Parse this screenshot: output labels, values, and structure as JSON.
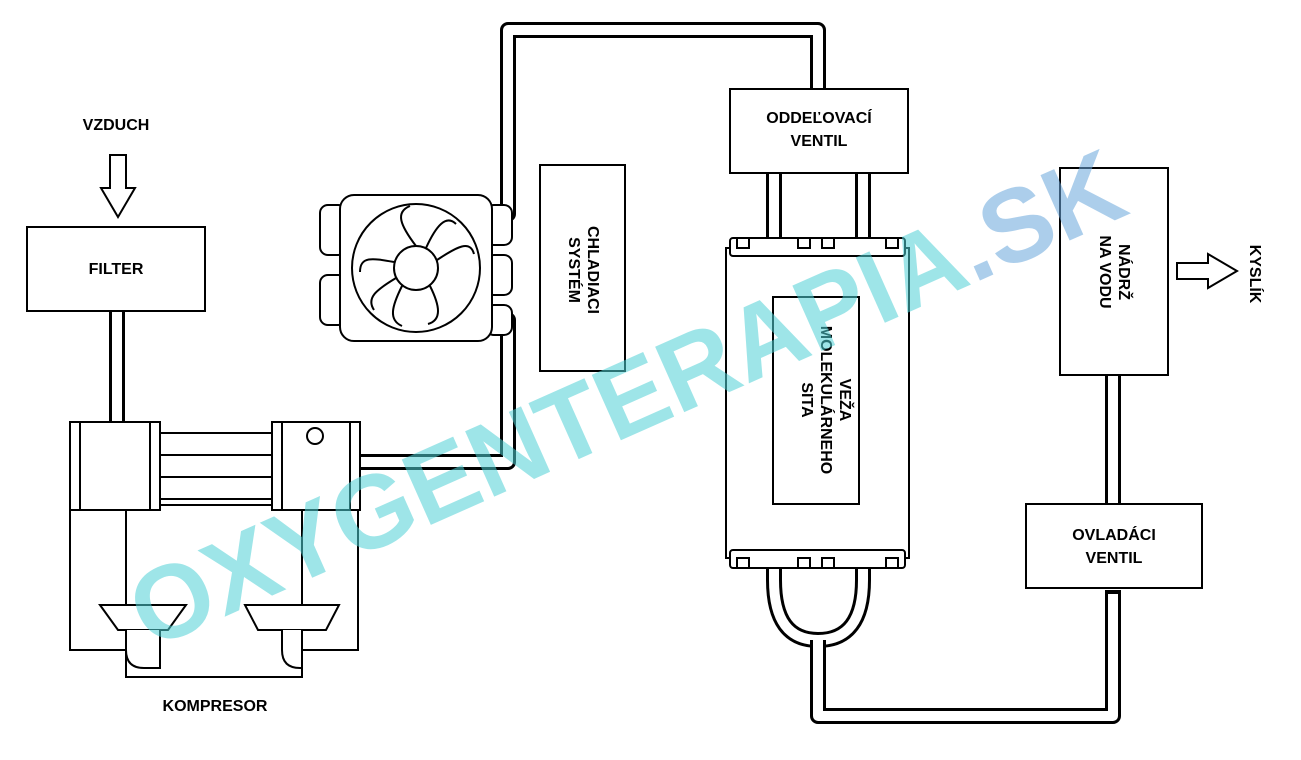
{
  "labels": {
    "air": "VZDUCH",
    "filter": "FILTER",
    "compressor": "KOMPRESOR",
    "cooling": [
      "CHLADIACI",
      "SYSTÉM"
    ],
    "separation_valve": [
      "ODDEĽOVACÍ",
      "VENTIL"
    ],
    "sieve_tower": [
      "VEŽA",
      "MOLEKULÁRNEHO",
      "SITA"
    ],
    "water_tank": [
      "NÁDRŽ",
      "NA VODU"
    ],
    "oxygen": "KYSLÍK",
    "control_valve": [
      "OVLADÁCI",
      "VENTIL"
    ]
  },
  "watermark": {
    "part1": "OXYGENTERAPIA",
    "part2": ".SK",
    "color1": "#4fd1d6",
    "color2": "#6aa7dc"
  },
  "colors": {
    "line": "#000000",
    "background": "#ffffff"
  }
}
